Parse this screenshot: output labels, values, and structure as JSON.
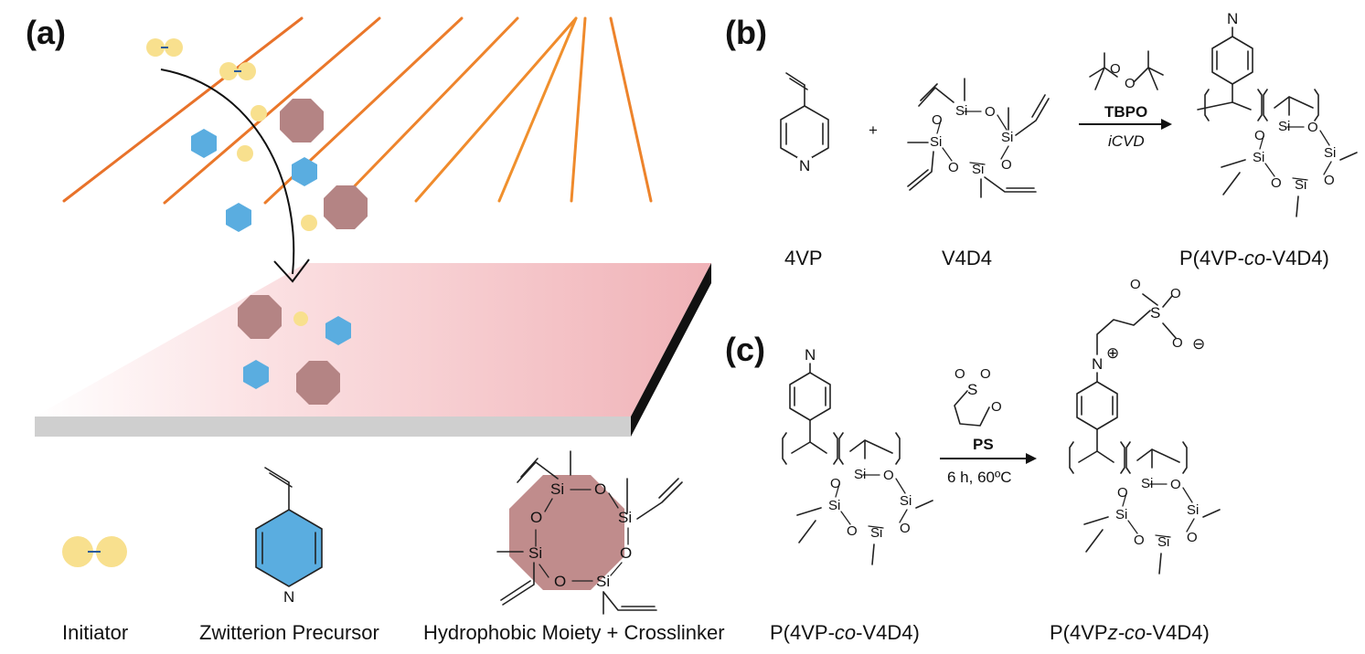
{
  "panel_a": {
    "label": "(a)",
    "legend": {
      "initiator": "Initiator",
      "zwitterion_precursor": "Zwitterion Precursor",
      "hydrophobic_crosslinker": "Hydrophobic Moiety + Crosslinker"
    },
    "colors": {
      "initiator": "#f8e08e",
      "zwitterion_precursor": "#5aade0",
      "hydrophobic_crosslinker": "#b48484",
      "substrate_top": "#f2b7bc",
      "substrate_edge": "#c9c9c9",
      "filament": "#f08a2a"
    }
  },
  "panel_b": {
    "label": "(b)",
    "monomer_label": "4VP",
    "crosslinker_label": "V4D4",
    "plus": "+",
    "initiator_reagent": "TBPO",
    "process": "iCVD",
    "product_label_parts": [
      "P(4VP-",
      "co",
      "-V4D4)"
    ]
  },
  "panel_c": {
    "label": "(c)",
    "reagent": "PS",
    "conditions": "6 h, 60ºC",
    "reactant_label_parts": [
      "P(4VP-",
      "co",
      "-V4D4)"
    ],
    "product_label_parts": [
      "P(4VP",
      "z-co",
      "-V4D4)"
    ]
  },
  "atoms": {
    "si": "Si",
    "o": "O",
    "n": "N",
    "s": "S",
    "plus_charge": "⊕",
    "minus_charge": "⊖"
  }
}
